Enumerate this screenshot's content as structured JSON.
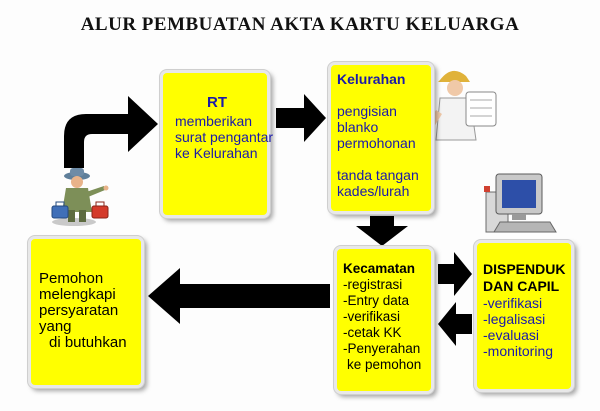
{
  "title": "ALUR PEMBUATAN AKTA KARTU KELUARGA",
  "boxes": {
    "rt": {
      "header": "RT",
      "lines": [
        "memberikan",
        "surat pengantar",
        "ke Kelurahan"
      ]
    },
    "kelurahan": {
      "header": "Kelurahan",
      "lines1": [
        "pengisian",
        "blanko",
        "permohonan"
      ],
      "lines2": [
        "tanda tangan",
        "kades/lurah"
      ]
    },
    "kecamatan": {
      "header": "Kecamatan",
      "lines": [
        "-registrasi",
        "-Entry data",
        "-verifikasi",
        "-cetak KK",
        "-Penyerahan",
        "ke pemohon"
      ]
    },
    "dispenduk": {
      "header": [
        "DISPENDUK",
        "DAN CAPIL"
      ],
      "lines": [
        "-verifikasi",
        "-legalisasi",
        "-evaluasi",
        "-monitoring"
      ]
    },
    "pemohon": {
      "lines": [
        "Pemohon",
        "melengkapi",
        "persyaratan",
        "yang",
        "di butuhkan"
      ]
    }
  },
  "colors": {
    "box_fill": "#ffff00",
    "arrow": "#000000",
    "text_blue": "#1a1aaa"
  },
  "icons": [
    "worker-with-toolboxes-icon",
    "architect-with-blueprint-icon",
    "computer-icon"
  ]
}
